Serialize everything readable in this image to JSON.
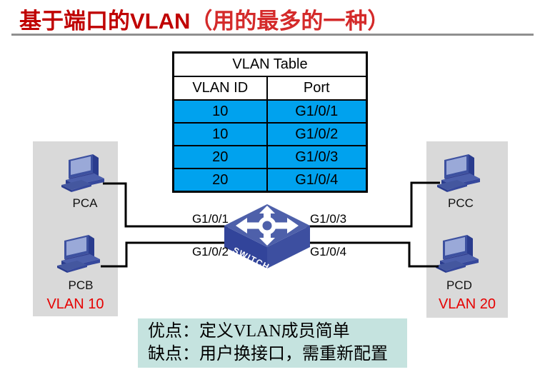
{
  "title": {
    "text": "基于端口的VLAN",
    "subtitle": "（用的最多的一种）"
  },
  "vlan_table": {
    "title": "VLAN Table",
    "columns": [
      "VLAN ID",
      "Port"
    ],
    "rows": [
      [
        "10",
        "G1/0/1"
      ],
      [
        "10",
        "G1/0/2"
      ],
      [
        "20",
        "G1/0/3"
      ],
      [
        "20",
        "G1/0/4"
      ]
    ]
  },
  "switch": {
    "label": "SWITCH"
  },
  "ports": {
    "g1_0_1": "G1/0/1",
    "g1_0_2": "G1/0/2",
    "g1_0_3": "G1/0/3",
    "g1_0_4": "G1/0/4"
  },
  "devices": {
    "pca": "PCA",
    "pcb": "PCB",
    "pcc": "PCC",
    "pcd": "PCD"
  },
  "groups": {
    "left": "VLAN 10",
    "right": "VLAN 20"
  },
  "notes": {
    "line1": "优点：定义VLAN成员简单",
    "line2": "缺点：用户换接口，需重新配置"
  },
  "colors": {
    "title_red": "#C00000",
    "vlan_label_red": "#E60000",
    "table_row_blue": "#00A2EE",
    "zone_gray": "#D9D9D9",
    "notes_teal": "#C5E3DF",
    "device_blue": "#3D51A0",
    "cable_black": "#000000"
  }
}
